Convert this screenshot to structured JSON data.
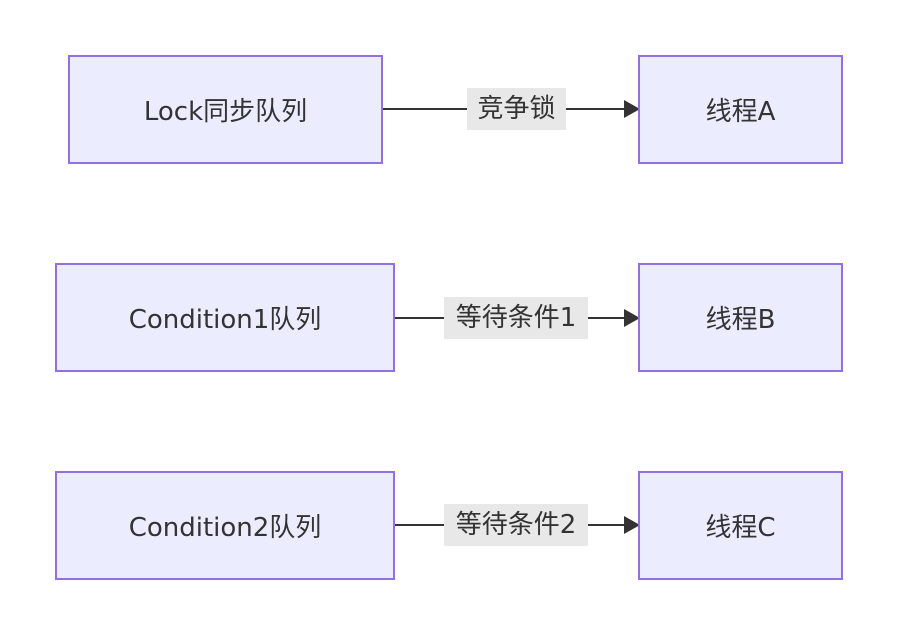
{
  "diagram": {
    "rows": [
      {
        "source": "Lock同步队列",
        "edge_label": "竞争锁",
        "target": "线程A"
      },
      {
        "source": "Condition1队列",
        "edge_label": "等待条件1",
        "target": "线程B"
      },
      {
        "source": "Condition2队列",
        "edge_label": "等待条件2",
        "target": "线程C"
      }
    ],
    "colors": {
      "node_fill": "#ECECFF",
      "node_border": "#9370DB",
      "edge": "#333333",
      "label_bg": "#E8E8E8",
      "text": "#333333"
    }
  }
}
